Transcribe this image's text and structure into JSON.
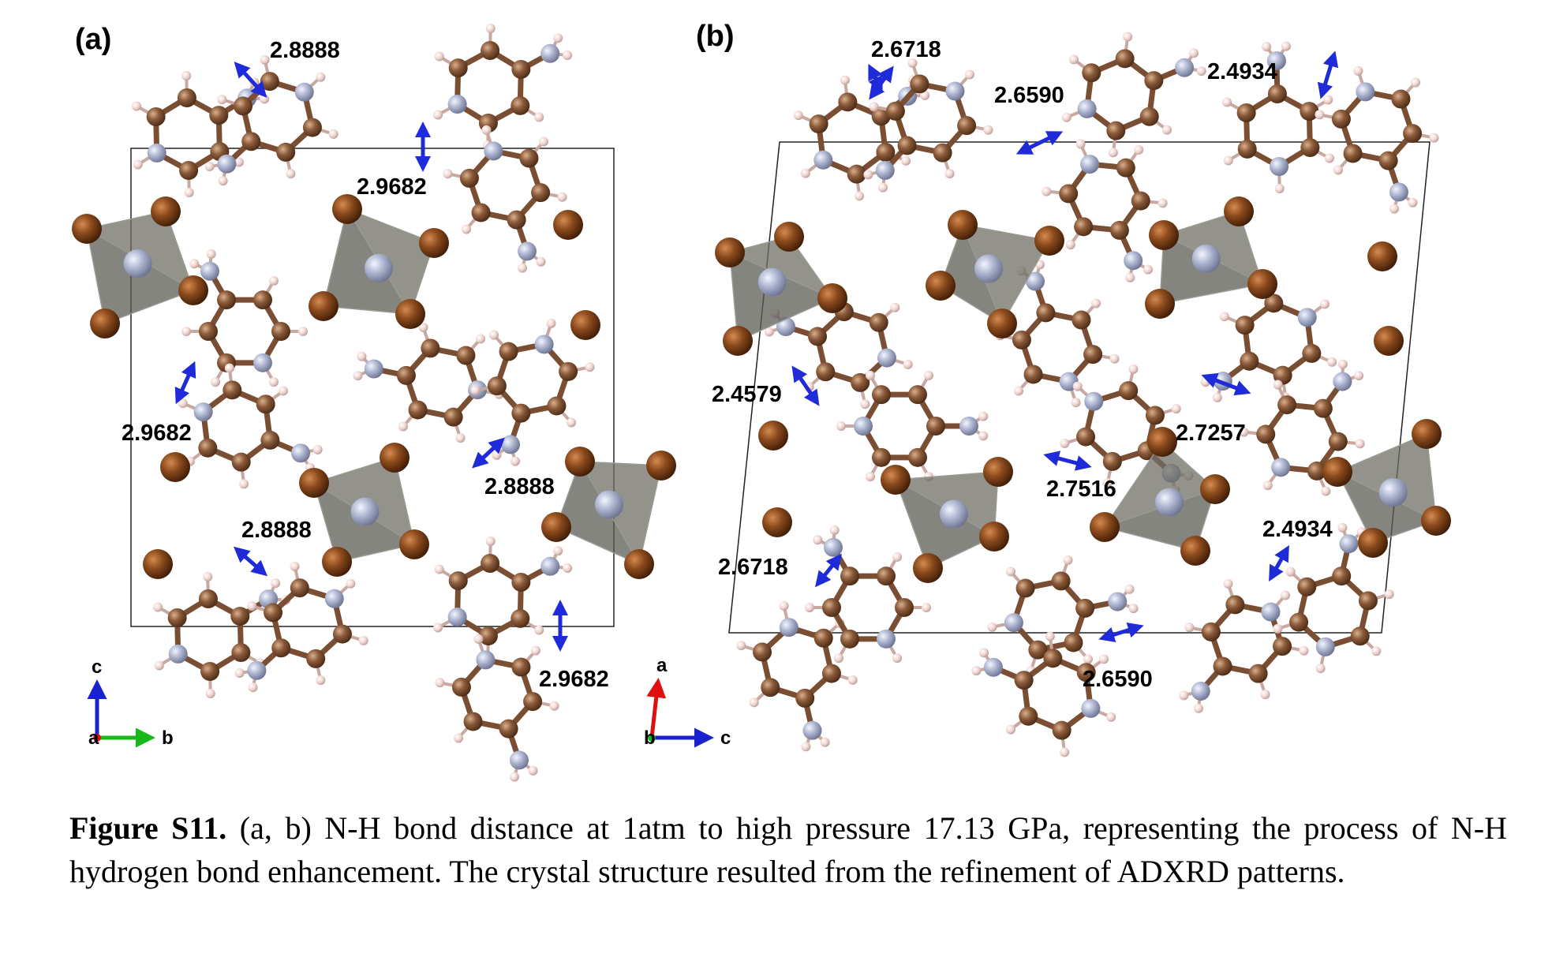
{
  "figure": {
    "panel_a": {
      "label": "(a)",
      "distances": [
        "2.8888",
        "2.9682",
        "2.9682",
        "2.8888",
        "2.8888",
        "2.9682"
      ],
      "axes": {
        "vertical": "c",
        "horizontal": "b",
        "origin": "a"
      }
    },
    "panel_b": {
      "label": "(b)",
      "distances": [
        "2.6718",
        "2.6590",
        "2.4934",
        "2.4579",
        "2.7257",
        "2.7516",
        "2.6718",
        "2.4934",
        "2.6590"
      ],
      "axes": {
        "vertical": "a",
        "horizontal": "c",
        "origin": "b"
      }
    },
    "colors": {
      "carbon": "#8a5a3a",
      "nitrogen": "#a9b1cc",
      "hydrogen": "#f0d6d2",
      "bromine": "#8b4a1c",
      "tetrahedron": "#6f6f66",
      "hbond_arrow": "#1f2bd8",
      "axis_red": "#e01010",
      "axis_green": "#18b818",
      "axis_blue": "#1a22d0"
    }
  },
  "caption": {
    "label": "Figure S11.",
    "text": " (a, b) N-H bond distance at 1atm to high pressure 17.13 GPa, representing the process of N-H hydrogen bond enhancement. The crystal structure resulted from the refinement of ADXRD patterns."
  }
}
